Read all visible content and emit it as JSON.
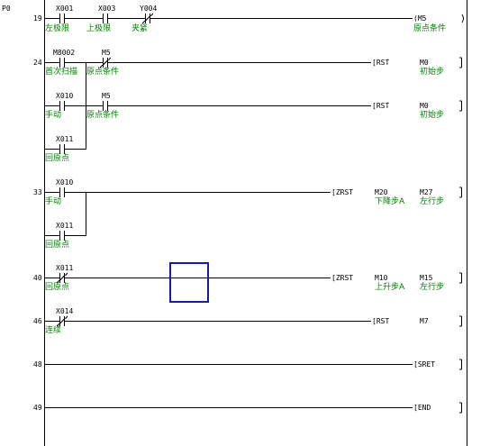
{
  "program_name": "P0",
  "rungs": [
    {
      "step": "19",
      "contacts": [
        {
          "addr": "X001",
          "comment": "左极限",
          "type": "NO"
        },
        {
          "addr": "X003",
          "comment": "上极限",
          "type": "NO"
        },
        {
          "addr": "Y004",
          "comment": "夹紧",
          "type": "NC"
        }
      ],
      "coil": {
        "op": "(M5",
        "comment": "原点条件"
      }
    },
    {
      "step": "24",
      "contacts": [
        {
          "addr": "M8002",
          "comment": "首次扫描",
          "type": "NO"
        },
        {
          "addr": "M5",
          "comment": "原点条件",
          "type": "NC"
        }
      ],
      "instr": {
        "op": "[RST",
        "arg": "M0",
        "comment": "初始步"
      }
    },
    {
      "step": "",
      "contacts": [
        {
          "addr": "X010",
          "comment": "手动",
          "type": "NO"
        },
        {
          "addr": "M5",
          "comment": "原点条件",
          "type": "NO"
        }
      ],
      "instr": {
        "op": "[RST",
        "arg": "M0",
        "comment": "初始步"
      }
    },
    {
      "step": "",
      "contacts": [
        {
          "addr": "X011",
          "comment": "回原点",
          "type": "NO"
        }
      ]
    },
    {
      "step": "33",
      "contacts": [
        {
          "addr": "X010",
          "comment": "手动",
          "type": "NO"
        }
      ],
      "instr": {
        "op": "[ZRST",
        "arg1": "M20",
        "comment1": "下降步A",
        "arg2": "M27",
        "comment2": "左行步"
      }
    },
    {
      "step": "",
      "contacts": [
        {
          "addr": "X011",
          "comment": "回原点",
          "type": "NO"
        }
      ]
    },
    {
      "step": "40",
      "contacts": [
        {
          "addr": "X011",
          "comment": "回原点",
          "type": "NC"
        }
      ],
      "instr": {
        "op": "[ZRST",
        "arg1": "M10",
        "comment1": "上升步A",
        "arg2": "M15",
        "comment2": "左行步"
      }
    },
    {
      "step": "46",
      "contacts": [
        {
          "addr": "X014",
          "comment": "连续",
          "type": "NC"
        }
      ],
      "instr": {
        "op": "[RST",
        "arg": "M7"
      }
    },
    {
      "step": "48",
      "instr": {
        "op": "[SRET"
      }
    },
    {
      "step": "49",
      "instr": {
        "op": "[END"
      }
    }
  ]
}
